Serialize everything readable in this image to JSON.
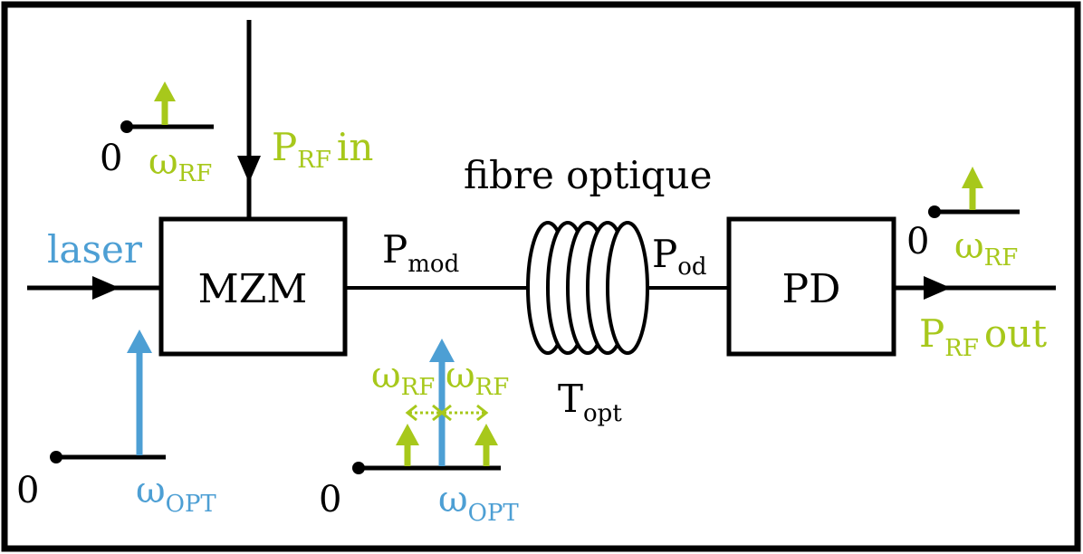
{
  "colors": {
    "rf": "#a7c81b",
    "optical": "#4d9fd4",
    "ink": "#000000"
  },
  "blocks": {
    "mzm": "MZM",
    "pd": "PD"
  },
  "labels": {
    "laser": "laser",
    "fibre": "fibre optique",
    "prf_in_main": "P",
    "prf_in_sub": "RF",
    "prf_in_suffix": "in",
    "prf_out_main": "P",
    "prf_out_sub": "RF",
    "prf_out_suffix": "out",
    "pmod_main": "P",
    "pmod_sub": "mod",
    "pod_main": "P",
    "pod_sub": "od",
    "topt_main": "T",
    "topt_sub": "opt"
  },
  "spectra": {
    "zero": "0",
    "omega": "ω",
    "rf_sub": "RF",
    "opt_sub": "OPT"
  },
  "icons": [
    "arrow-icon",
    "fiber-coil-icon",
    "spectrum-line-icon"
  ]
}
